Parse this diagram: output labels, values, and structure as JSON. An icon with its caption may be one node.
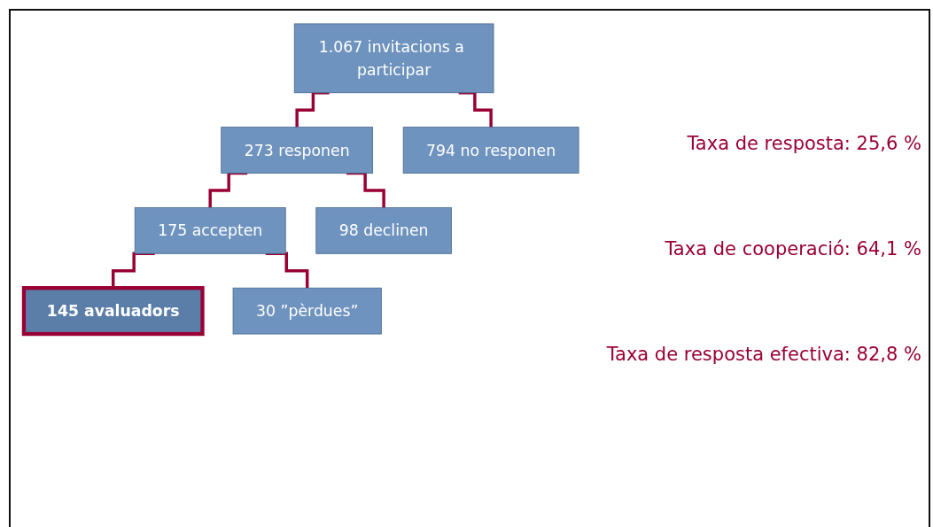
{
  "diagram": {
    "nodes": [
      {
        "text": [
          "1.067 invitacions a participar"
        ]
      },
      {
        "text": [
          "273 responen"
        ]
      },
      {
        "text": [
          "794 no responen"
        ]
      },
      {
        "text": [
          "175 accepten"
        ]
      },
      {
        "text": [
          "98 declinen"
        ]
      },
      {
        "text": [
          "145 avaluadors"
        ]
      },
      {
        "text": [
          "30 ”pèrdues”"
        ]
      }
    ],
    "edges": [
      {
        "from": 0,
        "to": 1,
        "arrow": "none"
      },
      {
        "from": 0,
        "to": 2,
        "arrow": "none"
      },
      {
        "from": 1,
        "to": 3,
        "arrow": "none"
      },
      {
        "from": 1,
        "to": 4,
        "arrow": "none"
      },
      {
        "from": 3,
        "to": 5,
        "arrow": "none"
      },
      {
        "from": 3,
        "to": 6,
        "arrow": "none"
      }
    ],
    "labels": [
      "Taxa de resposta: 25,6 %",
      "Taxa de cooperació: 64,1 %",
      "Taxa de resposta efectiva: 82,8 %"
    ]
  }
}
